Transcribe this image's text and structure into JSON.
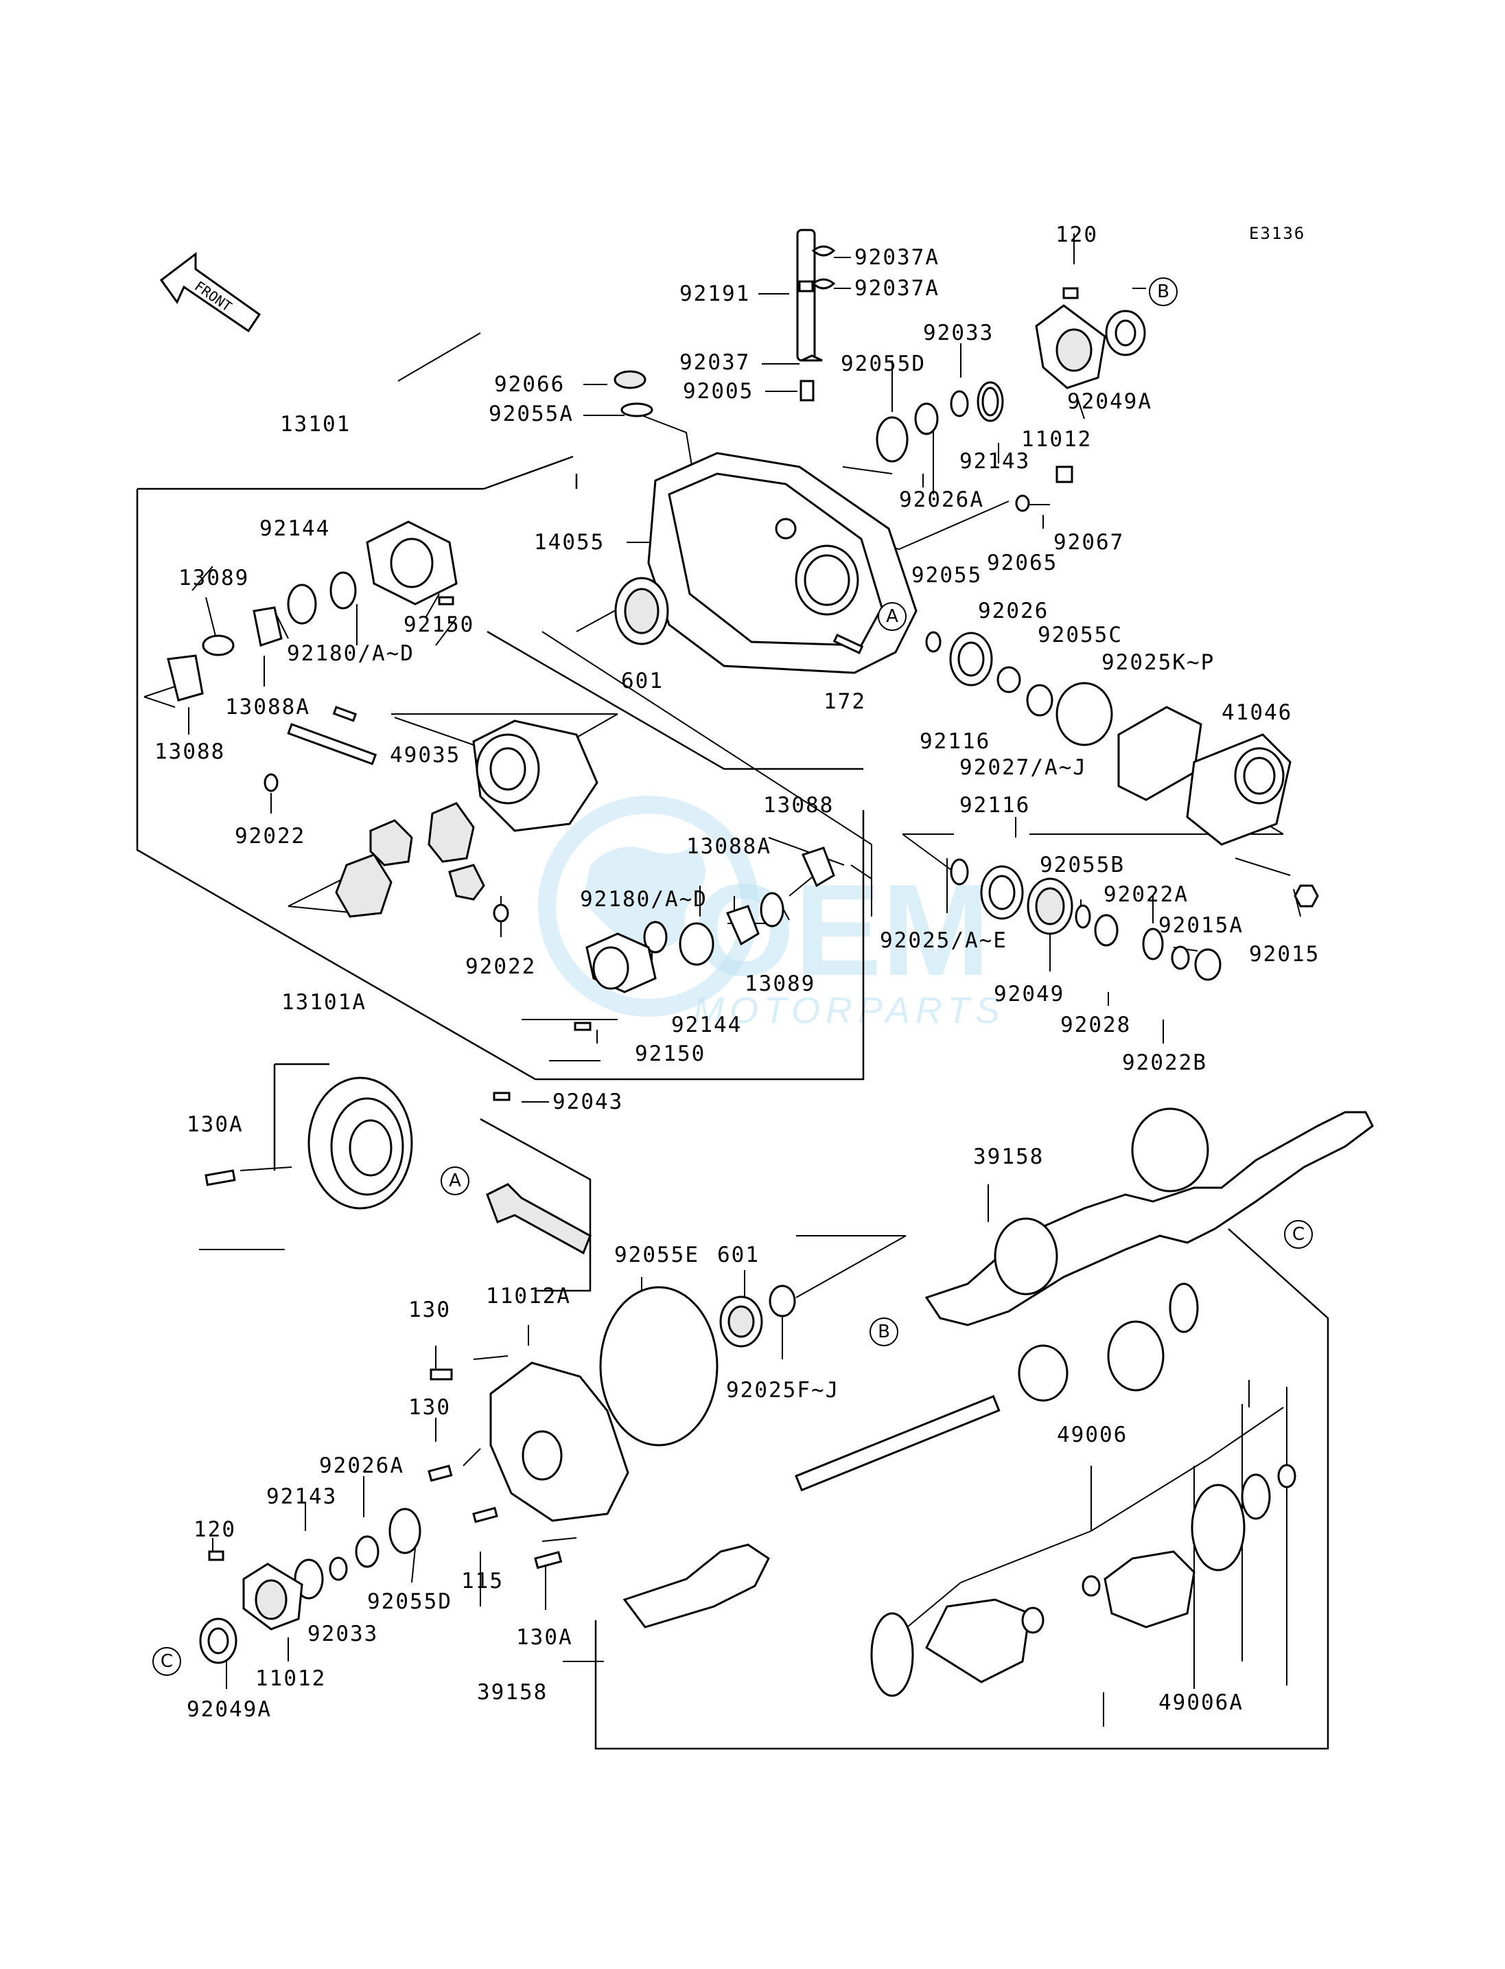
{
  "diagram_code": "E3136",
  "front_label": "FRONT",
  "watermark": {
    "brand": "OEM",
    "tagline": "MOTORPARTS"
  },
  "ref_markers": {
    "a": "A",
    "b": "B",
    "c": "C"
  },
  "labels": {
    "p92037A_1": "92037A",
    "p92037A_2": "92037A",
    "p92191": "92191",
    "p120_top": "120",
    "p92037": "92037",
    "p92033_top": "92033",
    "p92066": "92066",
    "p92005": "92005",
    "p92055D_top": "92055D",
    "p92049A_top": "92049A",
    "p92055A": "92055A",
    "p13101": "13101",
    "p11012_top": "11012",
    "p92143_top": "92143",
    "p92026A_top": "92026A",
    "p14055": "14055",
    "p92067": "92067",
    "p92065": "92065",
    "p92144_top": "92144",
    "p13089_top": "13089",
    "p92150_top": "92150",
    "p92180_top": "92180/A~D",
    "p601_top": "601",
    "p92055": "92055",
    "p92026": "92026",
    "p92055C": "92055C",
    "p172": "172",
    "p13088A_top": "13088A",
    "p92025KP": "92025K~P",
    "p13088_top": "13088",
    "p41046": "41046",
    "p92116_1": "92116",
    "p49035": "49035",
    "p92027": "92027/A~J",
    "p92022_1": "92022",
    "p13088_mid": "13088",
    "p92116_2": "92116",
    "p13088A_mid": "13088A",
    "p92055B": "92055B",
    "p92022A": "92022A",
    "p92180_mid": "92180/A~D",
    "p92015A": "92015A",
    "p92025AE": "92025/A~E",
    "p92015": "92015",
    "p92022_2": "92022",
    "p13089_mid": "13089",
    "p92049_mid": "92049",
    "p92144_mid": "92144",
    "p13101A": "13101A",
    "p92028": "92028",
    "p92150_mid": "92150",
    "p92022B": "92022B",
    "p92043": "92043",
    "p130A_top": "130A",
    "p39158_top": "39158",
    "p92055E": "92055E",
    "p601_bot": "601",
    "p11012A": "11012A",
    "p130_1": "130",
    "p92025FJ": "92025F~J",
    "p130_2": "130",
    "p49006": "49006",
    "p92026A_bot": "92026A",
    "p92143_bot": "92143",
    "p120_bot": "120",
    "p115": "115",
    "p92055D_bot": "92055D",
    "p92033_bot": "92033",
    "p130A_bot": "130A",
    "p11012_bot": "11012",
    "p39158_bot": "39158",
    "p49006A": "49006A",
    "p92049A_bot": "92049A"
  }
}
